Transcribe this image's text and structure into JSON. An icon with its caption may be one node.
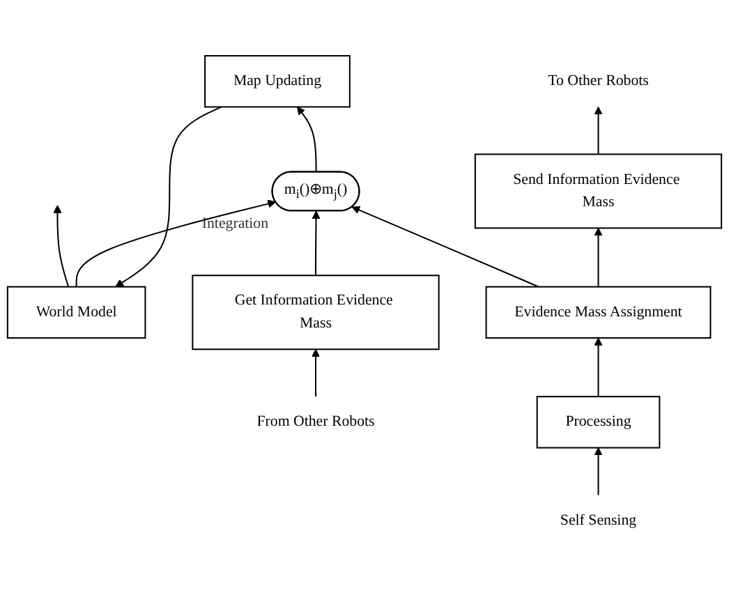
{
  "diagram": {
    "nodes": [
      {
        "text": [
          "World Model"
        ]
      },
      {
        "text": [
          "Map Updating"
        ]
      },
      {
        "text": [
          "From Other Robots"
        ]
      },
      {
        "text": [
          "Get Information Evidence Mass"
        ]
      },
      {
        "text": [
          "m$_{i}$()⊕m$_{j}$()"
        ],
        "beside": [
          "Integration"
        ]
      },
      {
        "text": [
          "To Other Robots"
        ]
      },
      {
        "text": [
          "Send Information Evidence Mass"
        ]
      },
      {
        "text": [
          "Evidence Mass Assignment"
        ]
      },
      {
        "text": [
          "Processing"
        ]
      },
      {
        "text": [
          "Self Sensing"
        ]
      }
    ],
    "edges": [
      {
        "from": 0,
        "to": null,
        "arrow": "to"
      },
      {
        "from": 1,
        "to": 0,
        "arrow": "to"
      },
      {
        "from": 4,
        "to": 1,
        "arrow": "to"
      },
      {
        "from": 0,
        "to": 4,
        "arrow": "to"
      },
      {
        "from": 2,
        "to": 3,
        "arrow": "to"
      },
      {
        "from": 3,
        "to": 4,
        "arrow": "to"
      },
      {
        "from": 7,
        "to": 4,
        "arrow": "to"
      },
      {
        "from": 7,
        "to": 6,
        "arrow": "to"
      },
      {
        "from": 6,
        "to": 5,
        "arrow": "to"
      },
      {
        "from": 8,
        "to": 7,
        "arrow": "to"
      },
      {
        "from": 9,
        "to": 8,
        "arrow": "to"
      }
    ]
  }
}
